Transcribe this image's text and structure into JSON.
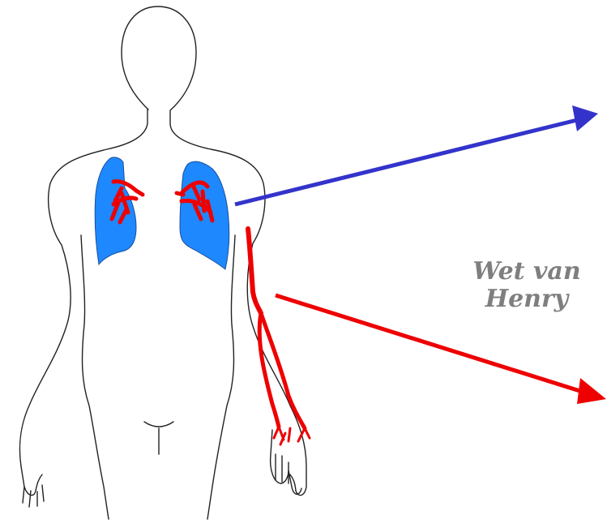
{
  "label": {
    "line1": "Wet van",
    "line2": "Henry"
  },
  "colors": {
    "lung": "#1e88ff",
    "vessel": "#ee0000",
    "arrow_exhale": "#3333cc",
    "arrow_blood": "#ee0000",
    "outline": "#222222",
    "label": "#7f7f7f"
  },
  "icons": [
    "human-body-outline",
    "lungs",
    "arm-artery",
    "blue-arrow",
    "red-arrow"
  ]
}
